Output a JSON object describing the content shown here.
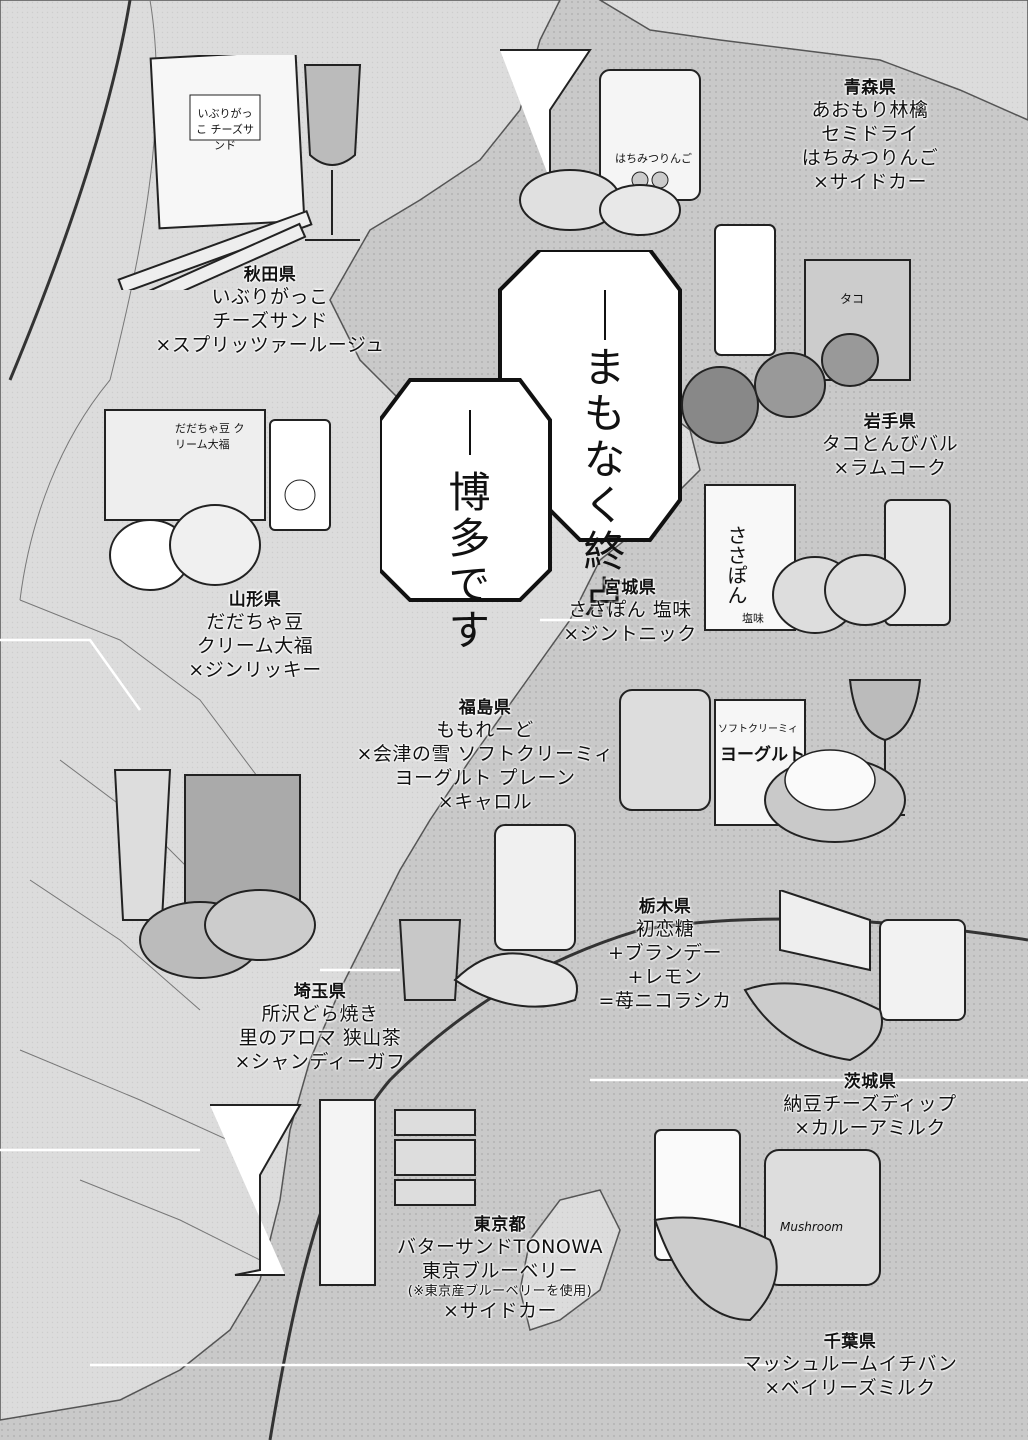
{
  "announcement": {
    "line1": "まもなく終点",
    "line2": "博多です"
  },
  "labels": [
    {
      "key": "aomori",
      "pref": "青森県",
      "lines": [
        "あおもり林檎",
        "セミドライ",
        "はちみつりんご",
        "×サイドカー"
      ],
      "note": ""
    },
    {
      "key": "akita",
      "pref": "秋田県",
      "lines": [
        "いぶりがっこ",
        "チーズサンド",
        "×スプリッツァールージュ"
      ],
      "note": ""
    },
    {
      "key": "iwate",
      "pref": "岩手県",
      "lines": [
        "タコとんびバル",
        "×ラムコーク"
      ],
      "note": ""
    },
    {
      "key": "yamagata",
      "pref": "山形県",
      "lines": [
        "だだちゃ豆",
        "クリーム大福",
        "×ジンリッキー"
      ],
      "note": ""
    },
    {
      "key": "miyagi",
      "pref": "宮城県",
      "lines": [
        "ささぽん 塩味",
        "×ジントニック"
      ],
      "note": ""
    },
    {
      "key": "fukushima",
      "pref": "福島県",
      "lines": [
        "ももれーど",
        "×会津の雪 ソフトクリーミィ",
        "ヨーグルト プレーン",
        "×キャロル"
      ],
      "note": ""
    },
    {
      "key": "tochigi",
      "pref": "栃木県",
      "lines": [
        "初恋糖",
        "+ブランデー",
        "+レモン",
        "=苺ニコラシカ"
      ],
      "note": ""
    },
    {
      "key": "saitama",
      "pref": "埼玉県",
      "lines": [
        "所沢どら焼き",
        "里のアロマ 狭山茶",
        "×シャンディーガフ"
      ],
      "note": ""
    },
    {
      "key": "ibaraki",
      "pref": "茨城県",
      "lines": [
        "納豆チーズディップ",
        "×カルーアミルク"
      ],
      "note": ""
    },
    {
      "key": "tokyo",
      "pref": "東京都",
      "lines": [
        "バターサンドTONOWA",
        "東京ブルーベリー"
      ],
      "note": "(※東京産ブルーベリーを使用)",
      "last": "×サイドカー"
    },
    {
      "key": "chiba",
      "pref": "千葉県",
      "lines": [
        "マッシュルームイチバン",
        "×ベイリーズミルク"
      ],
      "note": ""
    }
  ],
  "package_text": {
    "iburigakko": "いぶりがっこ チーズサンド",
    "mitsuringo": "はちみつりんご",
    "sasapon": "ささぽん",
    "shio": "塩味",
    "dadacha": "だだちゃ豆 クリーム大福",
    "yogurt": "ヨーグルト",
    "yogurt_top": "ソフトクリーミィ",
    "mushroom": "Mushroom",
    "tako": "タコ"
  }
}
